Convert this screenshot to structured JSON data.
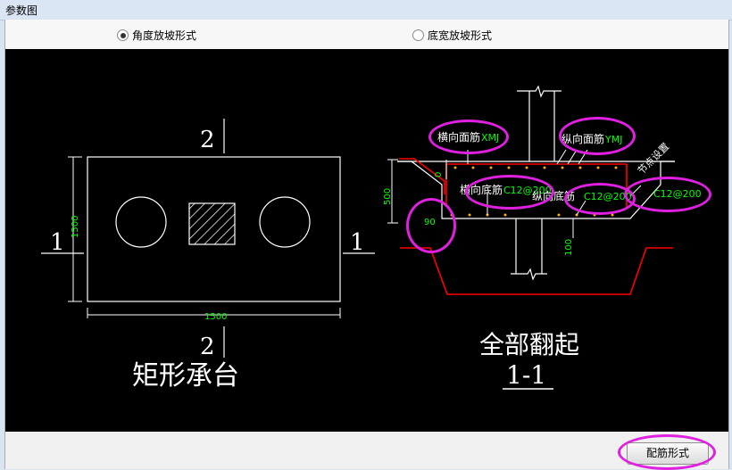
{
  "window": {
    "title": "参数图"
  },
  "options": [
    {
      "label": "角度放坡形式",
      "selected": true
    },
    {
      "label": "底宽放坡形式",
      "selected": false
    }
  ],
  "plan": {
    "section_mark_top": "2",
    "section_mark_bottom": "2",
    "section_mark_left": "1",
    "section_mark_right": "1",
    "dim_width": "1500",
    "dim_height": "1500",
    "caption": "矩形承台"
  },
  "section": {
    "label_top_transverse": "横向面筋",
    "code_top_transverse": "XMJ",
    "label_top_longitudinal": "纵向面筋",
    "code_top_longitudinal": "YMJ",
    "label_bottom_transverse": "横向底筋",
    "value_bottom_transverse": "C12@200",
    "label_bottom_longitudinal": "纵向底筋",
    "value_bottom_longitudinal": "C12@200",
    "value_side": "C12@200",
    "slope_note": "节点设置",
    "dim_thickness": "500",
    "dim_top": "0",
    "dim_cover": "100",
    "angle": "90",
    "caption": "全部翻起",
    "section_label": "1-1"
  },
  "buttons": {
    "rebar_form": "配筋形式"
  },
  "colors": {
    "cad_background": "#000000",
    "dim_green": "#00ff00",
    "highlight": "#e020e0",
    "pit_red": "#ff0000"
  }
}
